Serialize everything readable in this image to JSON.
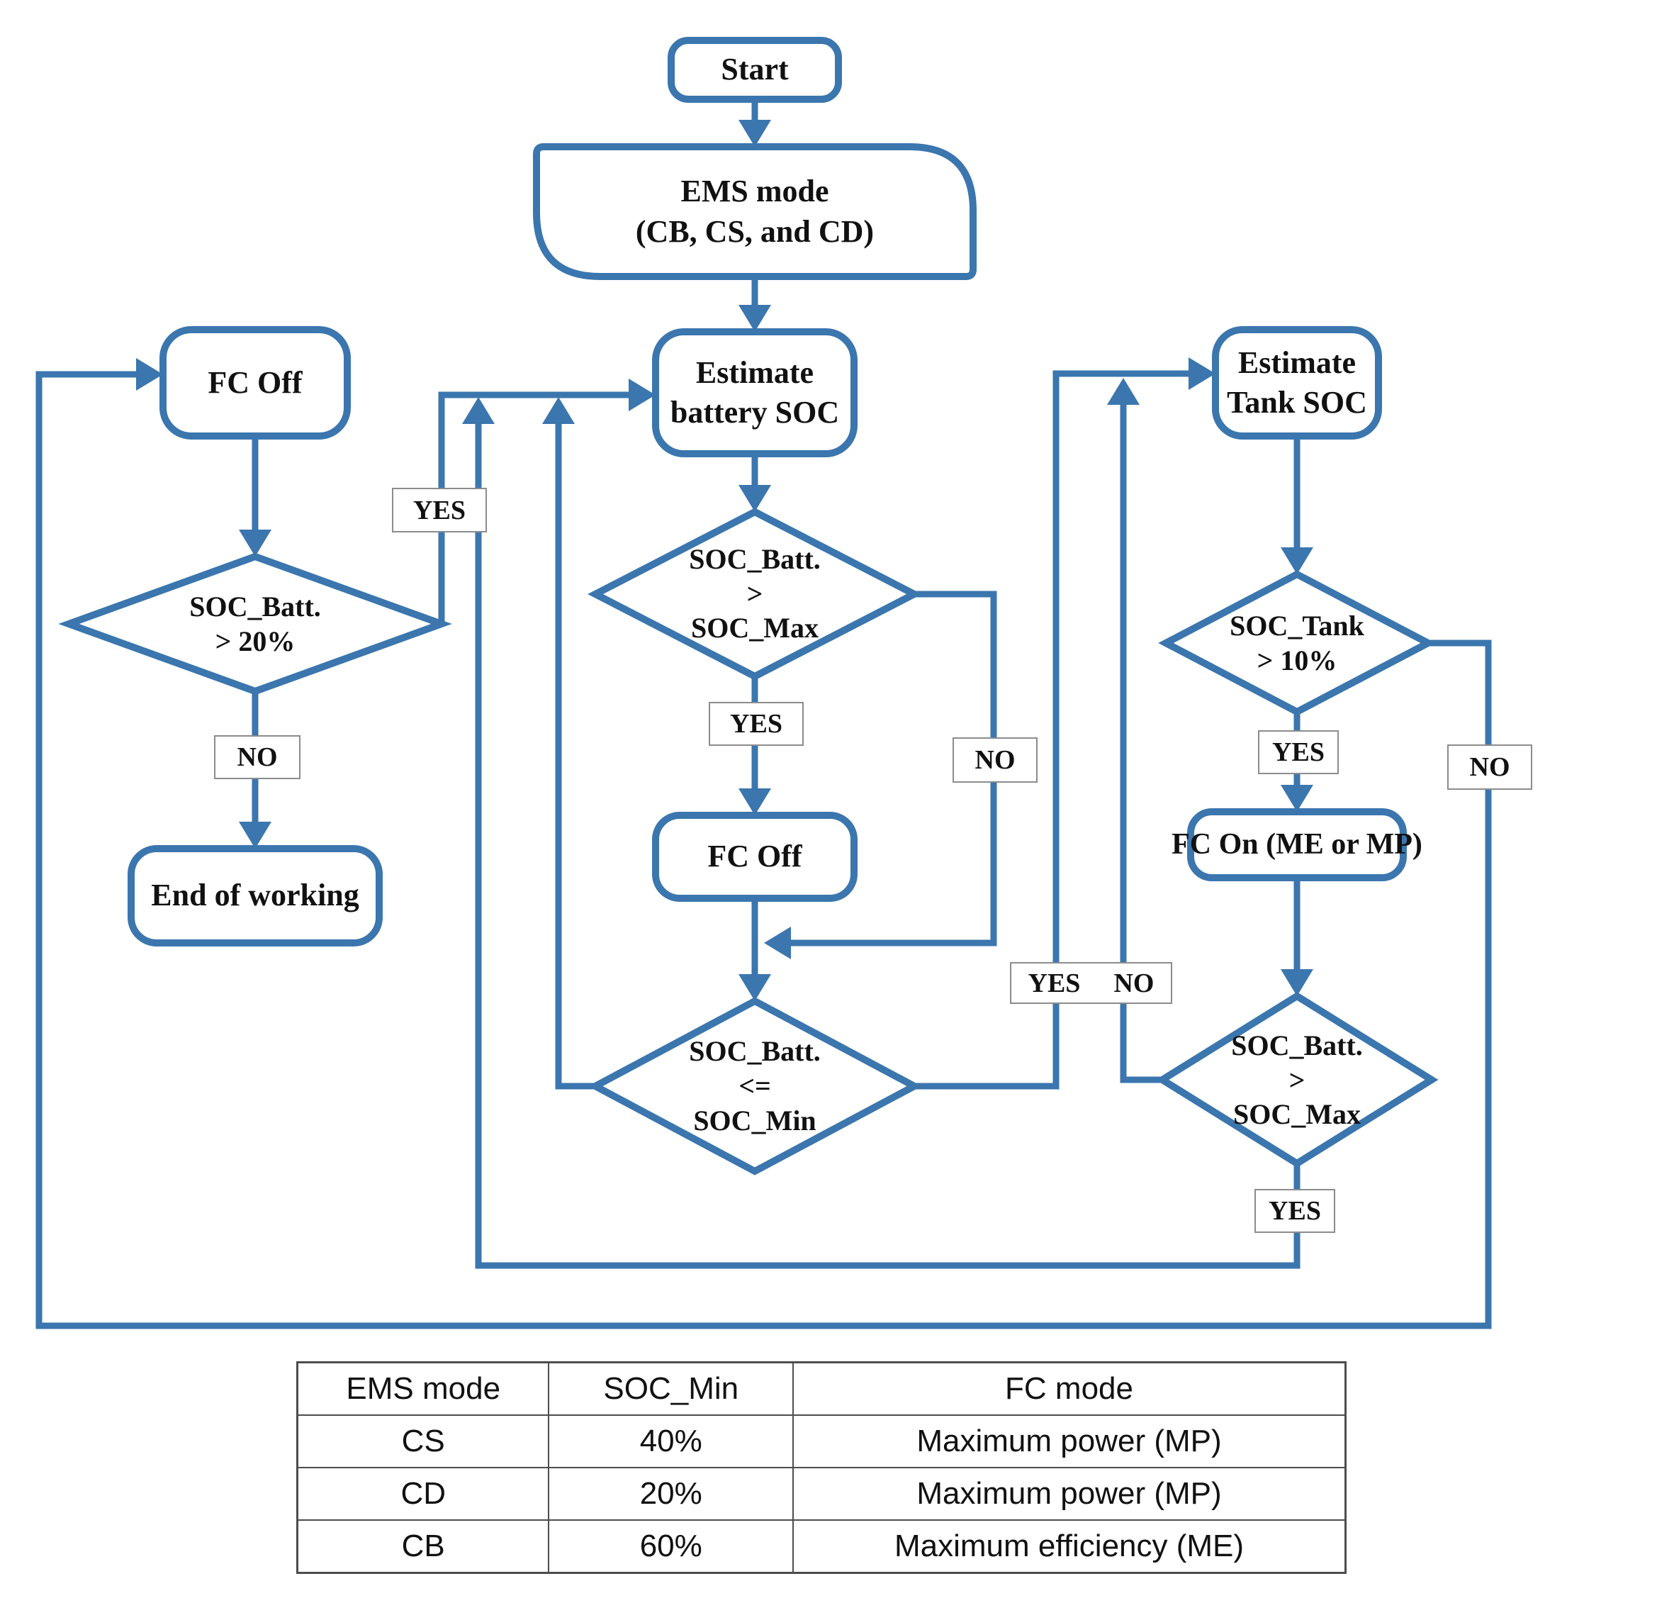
{
  "flowchart": {
    "nodes": {
      "start": "Start",
      "ems_line1": "EMS mode",
      "ems_line2": "(CB, CS, and CD)",
      "estimate_battery_line1": "Estimate",
      "estimate_battery_line2": "battery SOC",
      "decision_batt_gt_max_line1": "SOC_Batt.",
      "decision_batt_gt_max_line2": ">",
      "decision_batt_gt_max_line3": "SOC_Max",
      "fc_off_center": "FC Off",
      "decision_batt_le_min_line1": "SOC_Batt.",
      "decision_batt_le_min_line2": "<=",
      "decision_batt_le_min_line3": "SOC_Min",
      "fc_off_left": "FC Off",
      "decision_batt_gt_20_line1": "SOC_Batt.",
      "decision_batt_gt_20_line2": "> 20%",
      "end_of_working": "End of working",
      "estimate_tank_line1": "Estimate",
      "estimate_tank_line2": "Tank SOC",
      "decision_tank_gt_10_line1": "SOC_Tank",
      "decision_tank_gt_10_line2": "> 10%",
      "fc_on": "FC On (ME or MP)",
      "decision_batt_gt_max_right_line1": "SOC_Batt.",
      "decision_batt_gt_max_right_line2": ">",
      "decision_batt_gt_max_right_line3": "SOC_Max"
    },
    "branch_labels": {
      "yes": "YES",
      "no": "NO"
    },
    "colors": {
      "line_blue": "#3b76ae",
      "text": "#111111",
      "label_border": "#8c8c8c",
      "table_border": "#4d4d4d"
    }
  },
  "table": {
    "headers": [
      "EMS mode",
      "SOC_Min",
      "FC mode"
    ],
    "rows": [
      [
        "CS",
        "40%",
        "Maximum power (MP)"
      ],
      [
        "CD",
        "20%",
        "Maximum power (MP)"
      ],
      [
        "CB",
        "60%",
        "Maximum efficiency (ME)"
      ]
    ]
  }
}
